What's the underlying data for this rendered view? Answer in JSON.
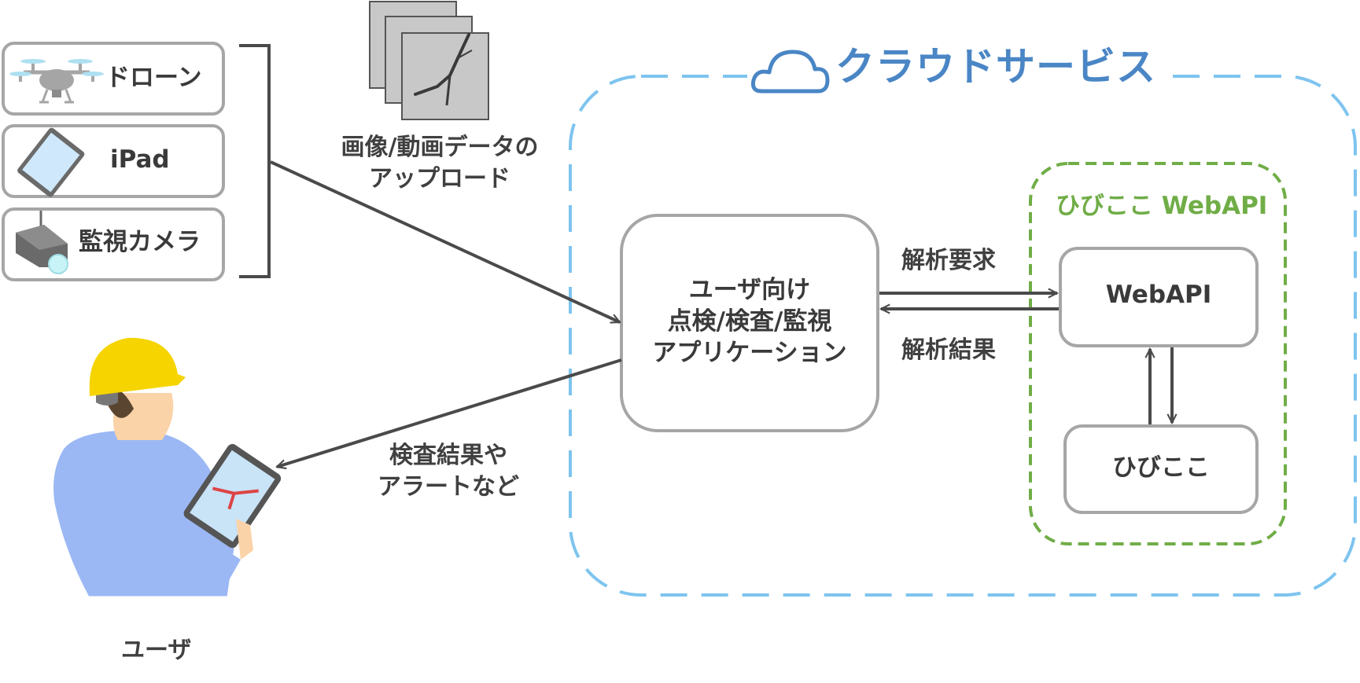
{
  "devices": [
    {
      "label": "ドローン",
      "icon": "drone-icon"
    },
    {
      "label": "iPad",
      "icon": "tablet-icon"
    },
    {
      "label": "監視カメラ",
      "icon": "camera-icon"
    }
  ],
  "upload_label": {
    "line1": "画像/動画データの",
    "line2": "アップロード"
  },
  "result_label": {
    "line1": "検査結果や",
    "line2": "アラートなど"
  },
  "user_label": "ユーザ",
  "cloud": {
    "title": "クラウドサービス",
    "icon": "cloud-icon",
    "color": "#4a86c5",
    "border_color": "#7ec4ef"
  },
  "app_box": {
    "line1": "ユーザ向け",
    "line2": "点検/検査/監視",
    "line3": "アプリケーション"
  },
  "request_label": "解析要求",
  "response_label": "解析結果",
  "hibikoko_api": {
    "title": "ひびここ WebAPI",
    "border_color": "#70ad47"
  },
  "webapi_box": "WebAPI",
  "hibikoko_box": "ひびここ",
  "icons": {
    "images": "cracked-image-stack-icon",
    "user": "worker-with-tablet-icon"
  }
}
